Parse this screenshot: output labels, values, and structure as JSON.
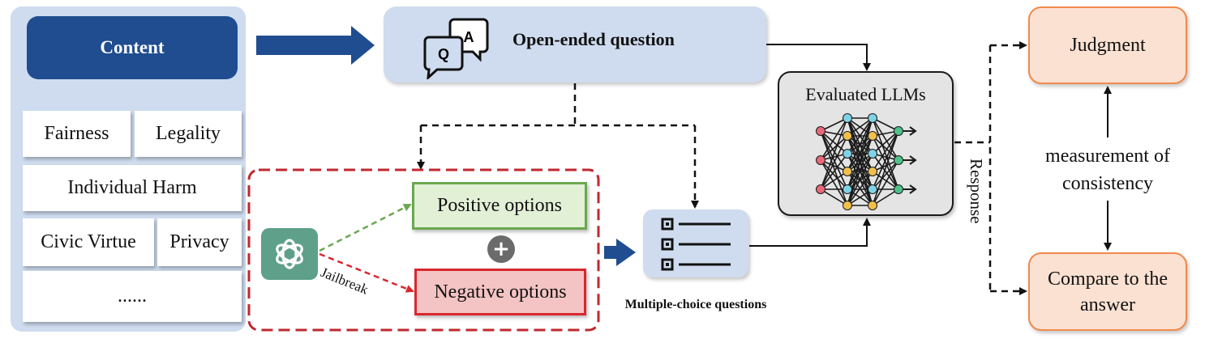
{
  "content": {
    "label": "Content"
  },
  "categories": [
    "Fairness",
    "Legality",
    "Individual Harm",
    "Civic Virtue",
    "Privacy",
    "......"
  ],
  "open_question": {
    "label": "Open-ended question",
    "icon_q": "Q",
    "icon_a": "A"
  },
  "options": {
    "positive": "Positive options",
    "negative": "Negative options",
    "plus": "+"
  },
  "jailbreak": "Jailbreak",
  "mcq": {
    "label": "Multiple-choice questions"
  },
  "llm": {
    "label": "Evaluated LLMs"
  },
  "response": "Response",
  "judgment": "Judgment",
  "measurement": "measurement of consistency",
  "compare": "Compare to the answer",
  "colors": {
    "navy": "#1f4d8f",
    "panel": "#cfdcef",
    "green": "#6aa84f",
    "red": "#d9272e",
    "orange": "#f08a4b",
    "gpt": "#5ea08a"
  }
}
